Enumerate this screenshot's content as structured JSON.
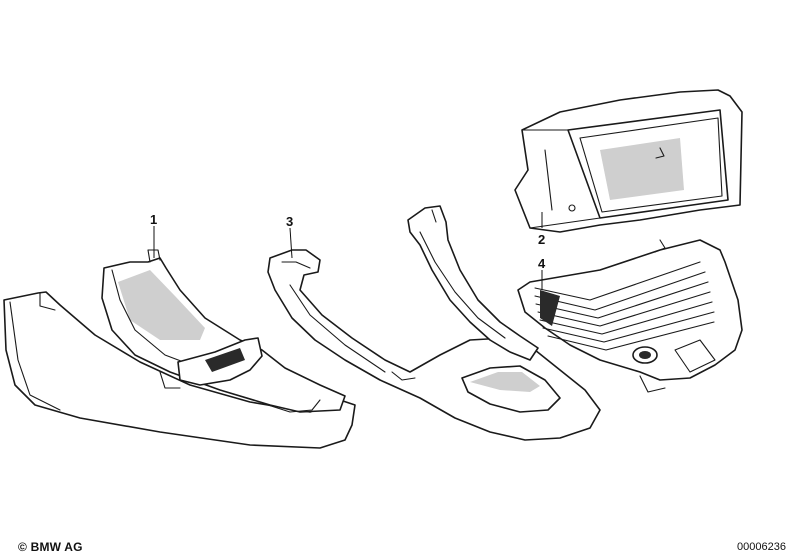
{
  "callouts": {
    "part_1": "1",
    "part_2": "2",
    "part_3": "3",
    "part_4": "4"
  },
  "footer": {
    "copyright": "© BMW AG",
    "diagram_number": "00006236"
  }
}
